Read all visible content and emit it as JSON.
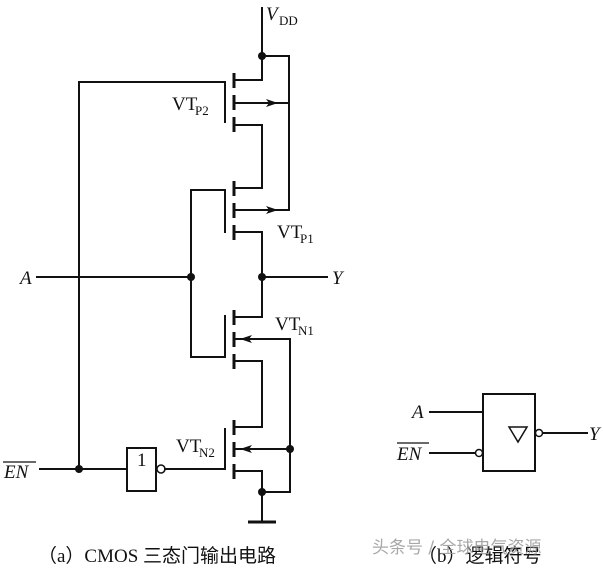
{
  "circuit_a": {
    "supply_label": "V",
    "supply_sub": "DD",
    "input_label": "A",
    "output_label": "Y",
    "enable_label": "EN",
    "transistors": [
      {
        "name": "VTP2",
        "main": "VT",
        "sub": "P2",
        "type": "PMOS"
      },
      {
        "name": "VTP1",
        "main": "VT",
        "sub": "P1",
        "type": "PMOS"
      },
      {
        "name": "VTN1",
        "main": "VT",
        "sub": "N1",
        "type": "NMOS"
      },
      {
        "name": "VTN2",
        "main": "VT",
        "sub": "N2",
        "type": "NMOS"
      }
    ],
    "inverter_label": "1",
    "caption": "（a）CMOS 三态门输出电路"
  },
  "symbol_b": {
    "input_label": "A",
    "enable_label": "EN",
    "output_label": "Y",
    "caption": "（b）逻辑符号"
  },
  "watermark": "头条号 / 全球电气资源"
}
